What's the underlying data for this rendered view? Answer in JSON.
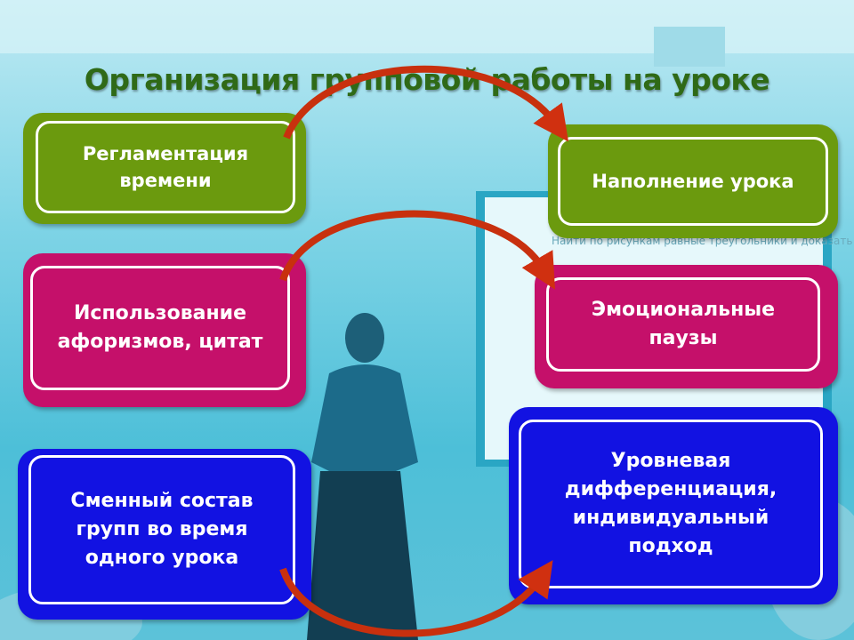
{
  "title": "Организация групповой работы на уроке",
  "boxes": {
    "time_regulation": "Регламентация времени",
    "lesson_content": "Наполнение урока",
    "aphorisms": "Использование афоризмов, цитат",
    "emotional_pauses": "Эмоциональные паузы",
    "changing_groups": "Сменный состав групп во время одного урока",
    "differentiation": "Уровневая дифференциация, индивидуальный подход"
  },
  "board_text": "Найти по рисункам равные треугольники и доказать их",
  "colors": {
    "green": "#6b9a0e",
    "magenta": "#c5106a",
    "blue": "#1212e2",
    "arrow": "#d03010",
    "title": "#2f6a17"
  }
}
